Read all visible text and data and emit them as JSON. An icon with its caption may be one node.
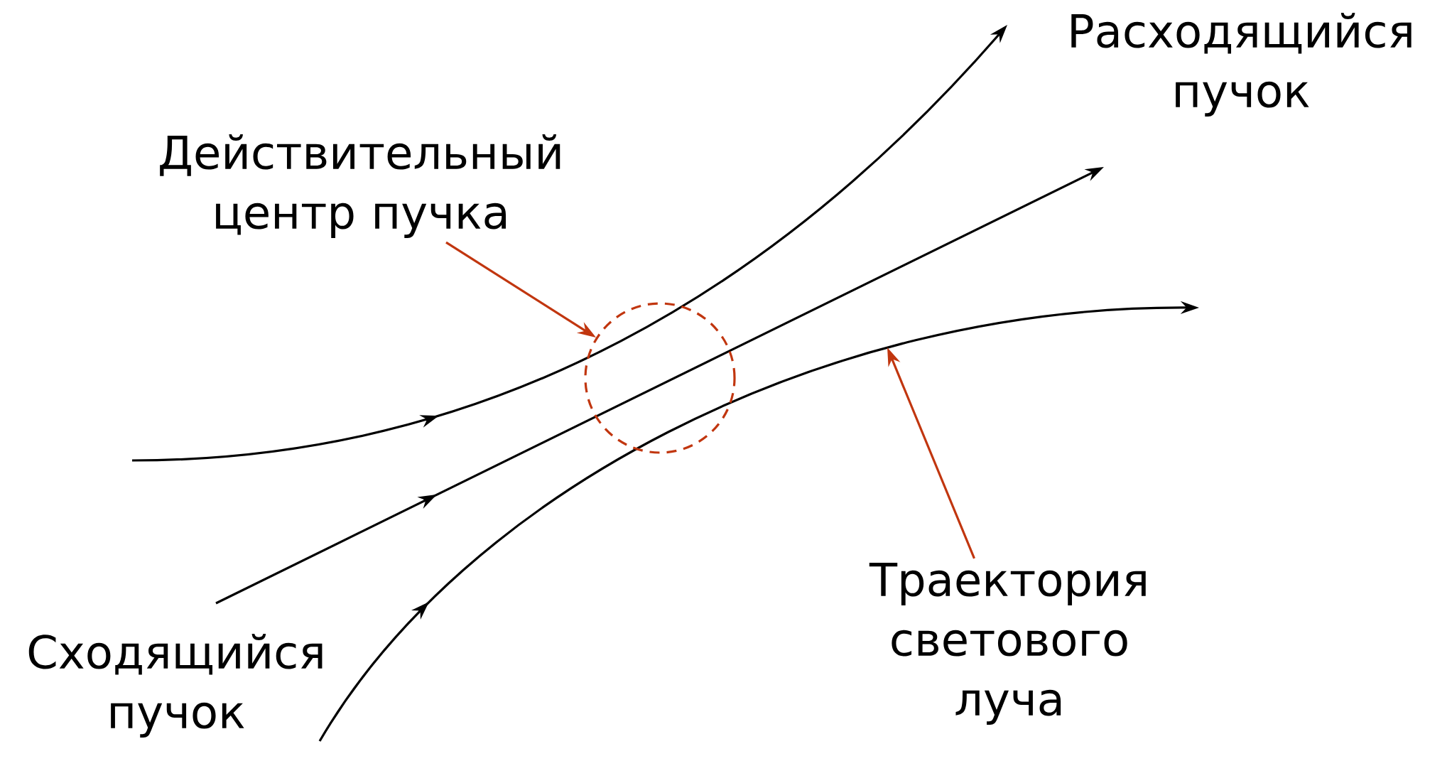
{
  "diagram": {
    "nodes": [
      {
        "text": [
          "Действительный центр пучка"
        ]
      },
      {
        "text": [],
        "shape": "circle"
      },
      {
        "text": [
          "Траектория светового луча"
        ]
      }
    ],
    "edges": [
      {
        "from": 0,
        "to": 1,
        "arrow": "to"
      },
      {
        "from": 2,
        "to": null,
        "arrow": "to"
      }
    ],
    "labels": [
      "Расходящийся пучок",
      "Сходящийся пучок"
    ]
  }
}
